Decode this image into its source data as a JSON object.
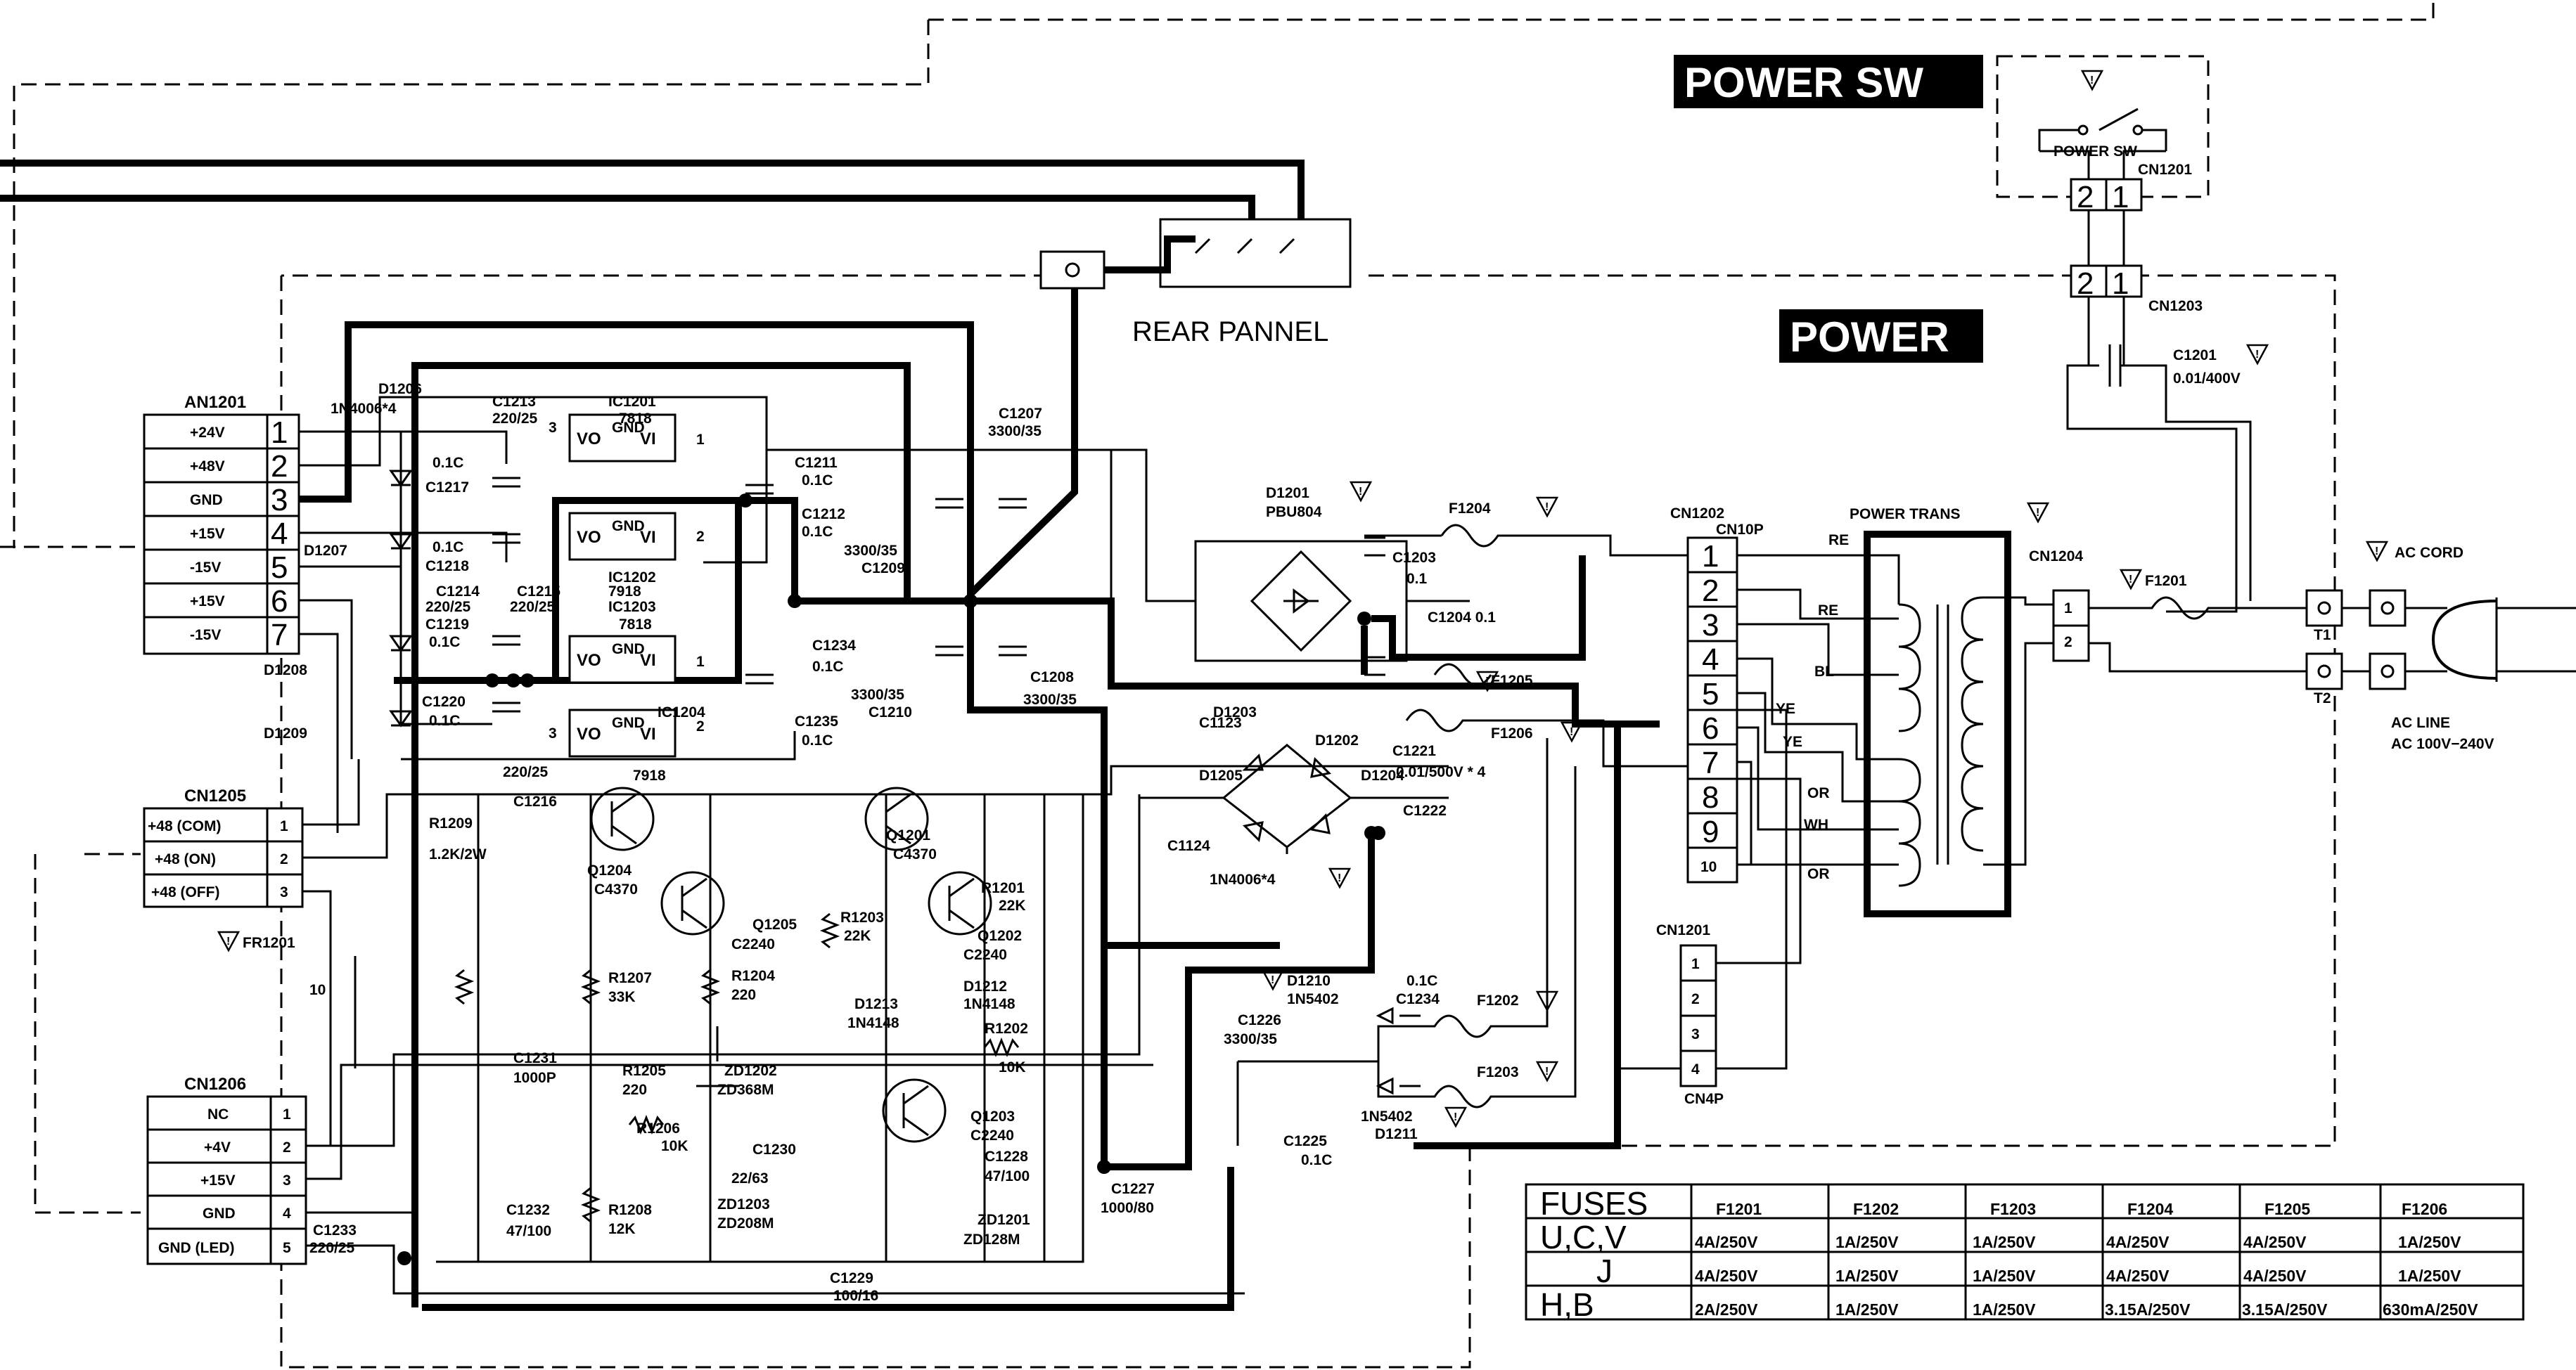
{
  "blocks": {
    "power_sw": "POWER SW",
    "power": "POWER",
    "rear_panel": "REAR PANNEL",
    "power_sw_part": "POWER SW",
    "power_trans": "POWER TRANS"
  },
  "an1201": {
    "name": "AN1201",
    "pins": [
      {
        "num": "1",
        "label": "+24V"
      },
      {
        "num": "2",
        "label": "+48V"
      },
      {
        "num": "3",
        "label": "GND"
      },
      {
        "num": "4",
        "label": "+15V"
      },
      {
        "num": "5",
        "label": "-15V"
      },
      {
        "num": "6",
        "label": "+15V"
      },
      {
        "num": "7",
        "label": "-15V"
      }
    ]
  },
  "cn1205": {
    "name": "CN1205",
    "pins": [
      {
        "num": "1",
        "label": "+48 (COM)"
      },
      {
        "num": "2",
        "label": "+48 (ON)"
      },
      {
        "num": "3",
        "label": "+48 (OFF)"
      }
    ]
  },
  "cn1206": {
    "name": "CN1206",
    "pins": [
      {
        "num": "1",
        "label": "NC"
      },
      {
        "num": "2",
        "label": "+4V"
      },
      {
        "num": "3",
        "label": "+15V"
      },
      {
        "num": "4",
        "label": "GND"
      },
      {
        "num": "5",
        "label": "GND (LED)"
      }
    ]
  },
  "cn1202": {
    "name": "CN1202",
    "sub": "CN10P",
    "pins": [
      "1",
      "2",
      "3",
      "4",
      "5",
      "6",
      "7",
      "8",
      "9",
      "10"
    ]
  },
  "cn1201_lower": {
    "name": "CN1201",
    "sub": "CN4P",
    "pins": [
      "1",
      "2",
      "3",
      "4"
    ]
  },
  "cn1201_upper": {
    "name": "CN1201",
    "pins": [
      "2",
      "1"
    ]
  },
  "cn1203": {
    "name": "CN1203",
    "pins": [
      "2",
      "1"
    ]
  },
  "cn1204": {
    "name": "CN1204",
    "pins": [
      "1",
      "2"
    ]
  },
  "wires": [
    "RE",
    "RE",
    "BL",
    "YE",
    "YE",
    "OR",
    "WH",
    "OR"
  ],
  "parts": {
    "d1206": "D1206",
    "d1206_val": "1N4006*4",
    "d1207": "D1207",
    "d1208": "D1208",
    "d1209": "D1209",
    "c1213": "C1213",
    "c1213_val": "220/25",
    "ic1201": "IC1201",
    "ic1201_val": "7818",
    "c1217": "C1217",
    "c1217_val": "0.1C",
    "c1218": "C1218",
    "c1218_val": "0.1C",
    "c1214": "C1214",
    "c1215": "C1215",
    "c1214_val": "220/25",
    "c1215_val": "220/25",
    "c1219": "C1219",
    "c1219_val": "0.1C",
    "c1220": "C1220",
    "c1220_val": "0.1C",
    "ic1202": "IC1202",
    "ic1202_val": "7918",
    "ic1203": "IC1203",
    "ic1203_val": "7818",
    "ic1204": "IC1204",
    "ic1204_val": "7918",
    "c1216_val": "220/25",
    "c1216": "C1216",
    "c1211": "C1211",
    "c1211_val": "0.1C",
    "c1212": "C1212",
    "c1212_val": "0.1C",
    "c1209": "C1209",
    "c1209_val": "3300/35",
    "c1207": "C1207",
    "c1207_val": "3300/35",
    "c1208": "C1208",
    "c1208_val": "3300/35",
    "c1210": "C1210",
    "c1210_val": "3300/35",
    "c1234a": "C1234",
    "c1234a_val": "0.1C",
    "c1235": "C1235",
    "c1235_val": "0.1C",
    "d1201": "D1201",
    "d1201_val": "PBU804",
    "f1204": "F1204",
    "c1203": "C1203",
    "c1203_val": "0.1",
    "c1204": "C1204 0.1",
    "f1205": "F1205",
    "c1123": "C1123",
    "d1203": "D1203",
    "d1202": "D1202",
    "d1205": "D1205",
    "d1204": "D1204",
    "c1124": "C1124",
    "d12xx_val": "1N4006*4",
    "f1206": "F1206",
    "c1221": "C1221",
    "c1221_val": "0.01/500V * 4",
    "c1222": "C1222",
    "r1209": "R1209",
    "r1209_val": "1.2K/2W",
    "q1204": "Q1204",
    "q1204_val": "C4370",
    "q1205": "Q1205",
    "q1205_val": "C2240",
    "q1201": "Q1201",
    "q1201_val": "C4370",
    "r1201": "R1201",
    "r1201_val": "22K",
    "r1203": "R1203",
    "r1203_val": "22K",
    "q1202": "Q1202",
    "q1202_val": "C2240",
    "r1207": "R1207",
    "r1207_val": "33K",
    "r1204": "R1204",
    "r1204_val": "220",
    "d1212": "D1212",
    "d1212_val": "1N4148",
    "d1213": "D1213",
    "d1213_val": "1N4148",
    "r1202": "R1202",
    "r1202_val": "10K",
    "c1231": "C1231",
    "c1231_val": "1000P",
    "r1205": "R1205",
    "r1205_val": "220",
    "zd1202": "ZD1202",
    "zd1202_val": "ZD368M",
    "r1206": "R1206",
    "r1206_val": "10K",
    "q1203": "Q1203",
    "q1203_val": "C2240",
    "c1230": "C1230",
    "c1230_val": "22/63",
    "c1228b": "C1228",
    "c1228b_val": "47/100",
    "c1232": "C1232",
    "c1232_val": "47/100",
    "r1208": "R1208",
    "r1208_val": "12K",
    "zd1203": "ZD1203",
    "zd1203_val": "ZD208M",
    "zd1201": "ZD1201",
    "zd1201_val": "ZD128M",
    "c1229": "C1229",
    "c1229_val": "100/16",
    "c1227": "C1227",
    "c1227_val": "1000/80",
    "c1233": "C1233",
    "c1233_val": "220/25",
    "fr1201": "FR1201",
    "fr1201_val": "10",
    "d1210": "D1210",
    "d1210_val": "1N5402",
    "c1234b_val": "0.1C",
    "c1234b": "C1234",
    "f1202": "F1202",
    "c1226": "C1226",
    "c1226_val": "3300/35",
    "f1203": "F1203",
    "c1225": "C1225",
    "c1225_val": "0.1C",
    "d1211_val": "1N5402",
    "d1211": "D1211",
    "c1201": "C1201",
    "c1201_val": "0.01/400V",
    "f1201": "F1201",
    "t1": "T1",
    "t2": "T2",
    "ac_cord": "AC CORD",
    "ac_line": "AC LINE",
    "ac_range": "AC 100V−240V"
  },
  "ic_pins": {
    "vo": "VO",
    "vi": "VI",
    "gnd": "GND",
    "one": "1",
    "two": "2",
    "three": "3"
  },
  "fuses_table": {
    "header": [
      "FUSES",
      "F1201",
      "F1202",
      "F1203",
      "F1204",
      "F1205",
      "F1206"
    ],
    "rows": [
      {
        "region": "U,C,V",
        "values": [
          "4A/250V",
          "1A/250V",
          "1A/250V",
          "4A/250V",
          "4A/250V",
          "1A/250V"
        ]
      },
      {
        "region": "J",
        "values": [
          "4A/250V",
          "1A/250V",
          "1A/250V",
          "4A/250V",
          "4A/250V",
          "1A/250V"
        ]
      },
      {
        "region": "H,B",
        "values": [
          "2A/250V",
          "1A/250V",
          "1A/250V",
          "3.15A/250V",
          "3.15A/250V",
          "630mA/250V"
        ]
      }
    ]
  }
}
